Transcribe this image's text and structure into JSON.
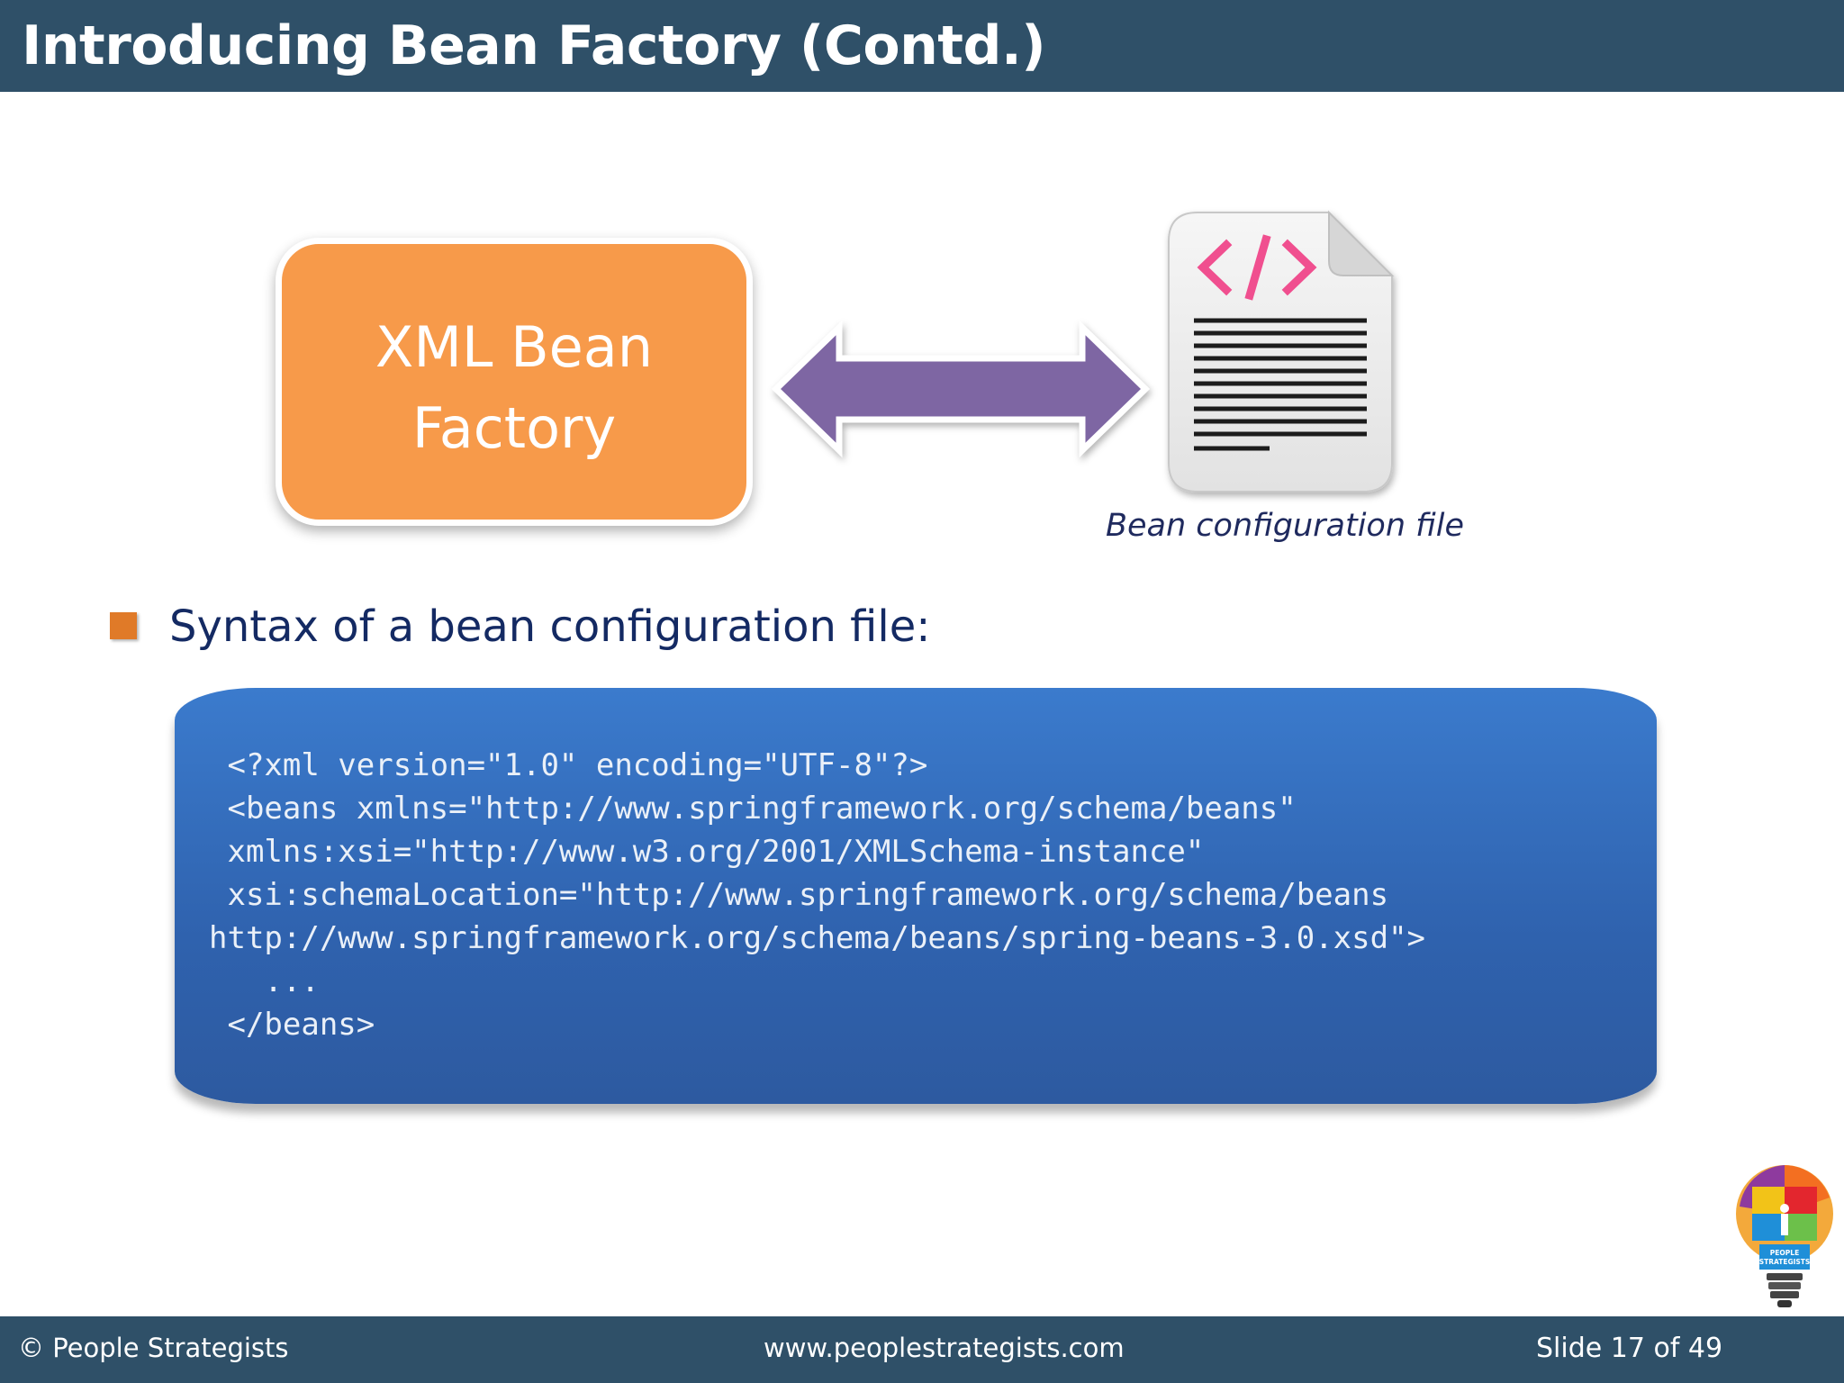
{
  "header": {
    "title": "Introducing Bean Factory (Contd.)"
  },
  "diagram": {
    "box_label": "XML Bean Factory",
    "box_color": "#f79a4a",
    "arrow_color": "#7e66a3",
    "file_icon": "xml-file-icon",
    "file_caption": "Bean configuration file"
  },
  "content": {
    "bullet": "Syntax of a bean configuration file:",
    "code_lines": [
      " <?xml version=\"1.0\" encoding=\"UTF-8\"?>",
      " <beans xmlns=\"http://www.springframework.org/schema/beans\"",
      " xmlns:xsi=\"http://www.w3.org/2001/XMLSchema-instance\"",
      " xsi:schemaLocation=\"http://www.springframework.org/schema/beans",
      "http://www.springframework.org/schema/beans/spring-beans-3.0.xsd\">",
      "   ...",
      " </beans>"
    ]
  },
  "footer": {
    "copyright": "© People Strategists",
    "website": "www.peoplestrategists.com",
    "slide_number": "Slide 17 of 49"
  },
  "logo": {
    "text_line1": "PEOPLE",
    "text_line2": "STRATEGISTS"
  },
  "colors": {
    "bar": "#2f5068",
    "bullet": "#e07a28",
    "code_bg": "#3270bd"
  }
}
